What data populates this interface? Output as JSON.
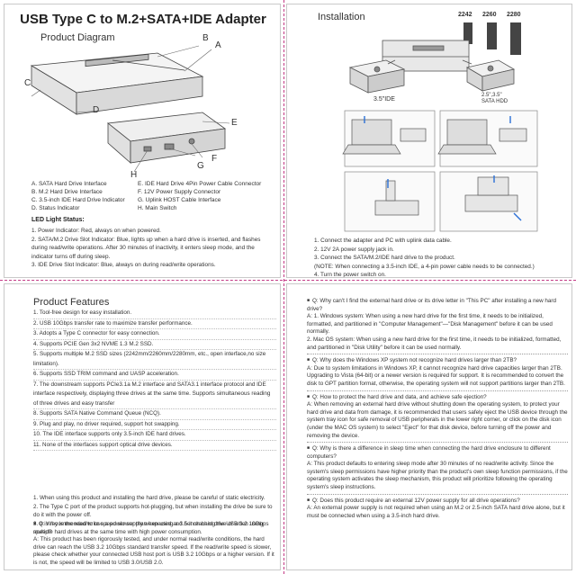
{
  "diagram": {
    "title": "USB Type C to M.2+SATA+IDE Adapter",
    "subtitle": "Product Diagram",
    "letters": [
      "A",
      "B",
      "C",
      "D",
      "E",
      "F",
      "G",
      "H"
    ],
    "legend_left": [
      "A. SATA Hard Drive Interface",
      "B. M.2 Hard Drive Interface",
      "C. 3.5-inch IDE Hard Drive Indicator",
      "D. Status Indicator"
    ],
    "legend_right": [
      "E. IDE Hard Drive 4Pin Power Cable Connector",
      "F. 12V Power Supply Connector",
      "G. Uplink HOST Cable Interface",
      "H. Main Switch"
    ],
    "led_title": "LED Light Status:",
    "led_items": [
      "1. Power Indicator: Red, always on when powered.",
      "2. SATA/M.2 Drive Slot Indicator: Blue, lights up when a hard drive is inserted, and flashes during read/write operations. After 30 minutes of inactivity, it enters sleep mode, and the indicator turns off during sleep.",
      "3. IDE Drive Slot Indicator: Blue, always on during read/write operations."
    ]
  },
  "install": {
    "title": "Installation",
    "ssd_sizes": [
      "2242",
      "2260",
      "2280"
    ],
    "label_ide": "3.5\"IDE",
    "label_sata": "2.5\",3.5\"",
    "label_sata2": "SATA HDD",
    "steps": [
      "1. Connect the adapter and PC with uplink data cable.",
      "2. 12V 2A power supply jack in.",
      "3. Connect the SATA/M.2/IDE hard drive to the product.",
      "(NOTE: When connecting a 3.5-inch IDE, a 4-pin power cable needs to be connected.)",
      "4. Turn the power switch on."
    ]
  },
  "features": {
    "title": "Product Features",
    "items": [
      "1. Tool-free design for easy installation.",
      "2. USB 10Gbps transfer rate to maximize transfer performance.",
      "3. Adopts a Type C connector for easy connection.",
      "4. Supports PCIE Gen 3x2 NVME 1.3 M.2 SSD.",
      "5. Supports multiple M.2 SSD sizes (2242mm/2260mm/2280mm, etc., open interface,no size limitation).",
      "6. Supports SSD TRIM command and UASP acceleration.",
      "7. The downstream supports PCIe3.1a M.2 interface and SATA3.1 interface protocol and IDE interface respectively, displaying three drives at the same time. Supports simultaneous reading of three drives and easy transfer",
      "8. Supports SATA Native Command Queue (NCQ).",
      "9. Plug and play, no driver required, support hot swapping.",
      "10. The IDE interface supports only 3.5-inch IDE hard drives.",
      "11. None of the interfaces support optical drive devices."
    ],
    "notes": [
      "1. When using this product and installing the hard drive, please be careful of static electricity.",
      "2. The Type C port of the product supports hot-plugging, but when installing the drive be sure to do it with the power off.",
      "3. It is recommended to use a power supply when using a 3.5-inch hard drive or when using multiple hard drives at the same time with high power consumption."
    ],
    "faq": [
      {
        "q": "Q: Why is the read/write speed slower than expected and not reaching the USB 3.2 10Gbps speed?",
        "a": "A: This product has been rigorously tested, and under normal read/write conditions, the hard drive can reach the USB 3.2 10Gbps standard transfer speed. If the read/write speed is slower, please check whether your connected USB host port is USB 3.2 10Gbps or a higher version. If it is not, the speed will be limited to USB 3.0/USB 2.0."
      }
    ]
  },
  "faq": [
    {
      "q": "Q: Why can't I find the external hard drive or its drive letter in \"This PC\" after installing a new hard drive?",
      "a": "A: 1. Windows system: When using a new hard drive for the first time, it needs to be initialized, formatted, and partitioned in \"Computer Management\"—\"Disk Management\" before it can be used normally.\n2. Mac OS system: When using a new hard drive for the first time, it needs to be initialized, formatted, and partitioned in \"Disk Utility\" before it can be used normally."
    },
    {
      "q": "Q: Why does the Windows XP system not recognize hard drives larger than 2TB?",
      "a": "A: Due to system limitations in Windows XP, it cannot recognize hard drive capacities larger than 2TB. Upgrading to Vista (64-bit) or a newer version is required for support. It is recommended to convert the disk to GPT partition format, otherwise, the operating system will not support partitions larger than 2TB."
    },
    {
      "q": "Q: How to protect the hard drive and data, and achieve safe ejection?",
      "a": "A: When removing an external hard drive without shutting down the operating system, to protect your hard drive and data from damage, it is recommended that users safely eject the USB device through the system tray icon for safe removal of USB peripherals in the lower right corner, or click on the disk icon (under the MAC OS system) to select \"Eject\" for that disk device, before turning off the power and removing the device."
    },
    {
      "q": "Q: Why is there a difference in sleep time when connecting the hard drive enclosure to different computers?",
      "a": "A: This product defaults to entering sleep mode after 30 minutes of no read/write activity. Since the system's sleep permissions have higher priority than the product's own sleep function permissions, if the operating system activates the sleep mechanism, this product will prioritize following the operating system's sleep instructions."
    },
    {
      "q": "Q: Does this product require an external 12V power supply for all drive operations?",
      "a": "A: An external power supply is not required when using an M.2 or 2.5-inch SATA hard drive alone, but it must be connected when using a 3.5-inch hard drive."
    }
  ]
}
